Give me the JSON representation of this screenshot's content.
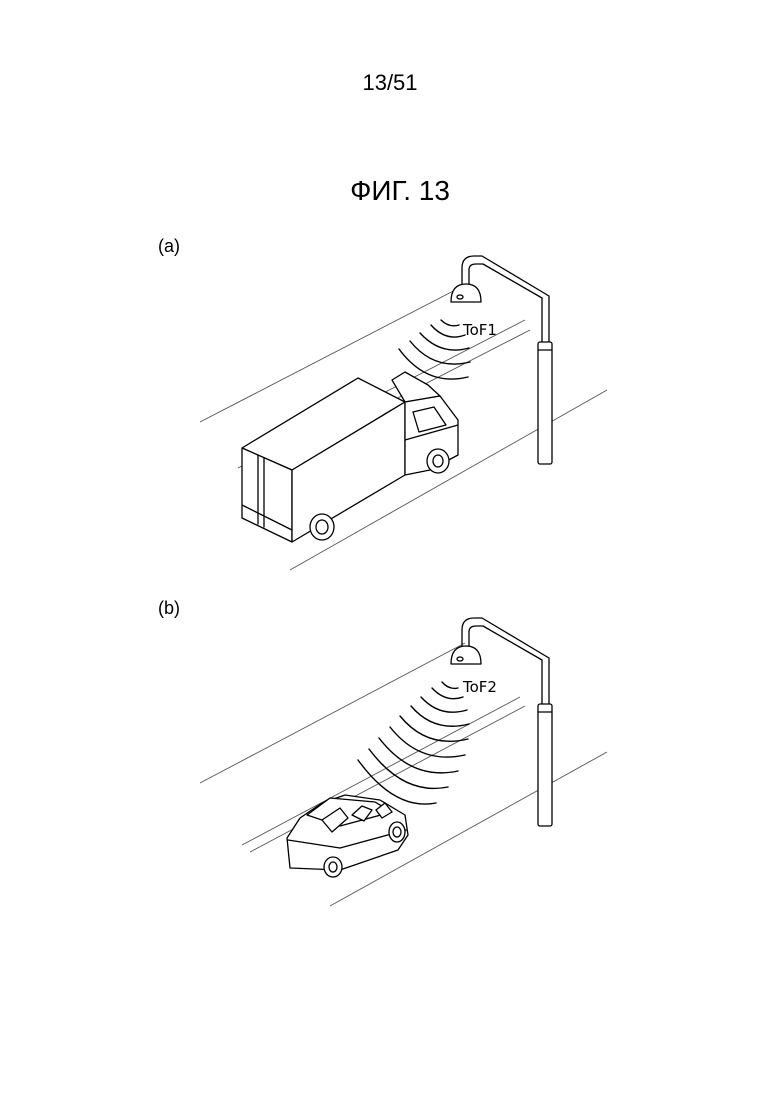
{
  "page_number": "13/51",
  "figure_title": "ФИГ. 13",
  "panels": [
    {
      "label": "(a)",
      "sensor_label": "ToF1",
      "vehicle": "truck"
    },
    {
      "label": "(b)",
      "sensor_label": "ToF2",
      "vehicle": "car"
    }
  ]
}
